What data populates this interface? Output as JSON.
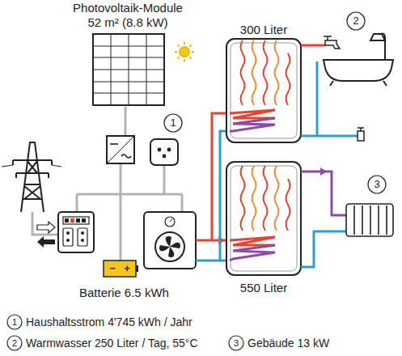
{
  "diagram": {
    "nodes": [
      {
        "text": [
          "300 Liter"
        ]
      },
      {
        "text": [
          "550 Liter"
        ]
      },
      {
        "text": [
          "Batterie 6.5 kWh"
        ]
      }
    ],
    "labels": [
      "Photovoltaik-Module",
      "52 m² (8.8 kW)",
      "1",
      "2",
      "3",
      "−",
      "+",
      "1",
      "Haushaltsstrom 4'745 kWh / Jahr",
      "2",
      "Warmwasser 250 Liter / Tag, 55°C",
      "3",
      "Gebäude 13 kW"
    ]
  }
}
